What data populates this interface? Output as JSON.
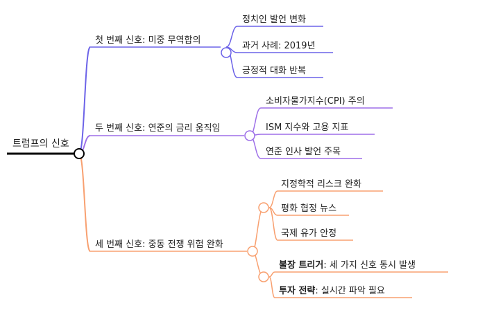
{
  "root": {
    "label": "트럼프의 신호"
  },
  "colors": {
    "root_line": "#000000",
    "branch1": "#6c63e8",
    "branch2": "#9d6fe8",
    "branch3": "#f8a070"
  },
  "branches": [
    {
      "label": "첫 번째 신호: 미중 무역합의",
      "children": [
        {
          "label": "정치인 발언 변화"
        },
        {
          "label": "과거 사례: 2019년"
        },
        {
          "label": "긍정적 대화 반복"
        }
      ]
    },
    {
      "label": "두 번째 신호: 연준의 금리 움직임",
      "children": [
        {
          "label": "소비자물가지수(CPI) 주의"
        },
        {
          "label": "ISM 지수와 고용 지표"
        },
        {
          "label": "연준 인사 발언 주목"
        }
      ]
    },
    {
      "label": "세 번째 신호: 중동 전쟁 위험 완화",
      "children": [
        {
          "label": "지정학적 리스크 완화"
        },
        {
          "label": "평화 협정 뉴스"
        },
        {
          "label": "국제 유가 안정"
        }
      ]
    }
  ],
  "extra_nodes": [
    {
      "bold": "불장 트리거",
      "rest": ": 세 가지 신호 동시 발생"
    },
    {
      "bold": "투자 전략",
      "rest": ": 실시간 파악 필요"
    }
  ]
}
